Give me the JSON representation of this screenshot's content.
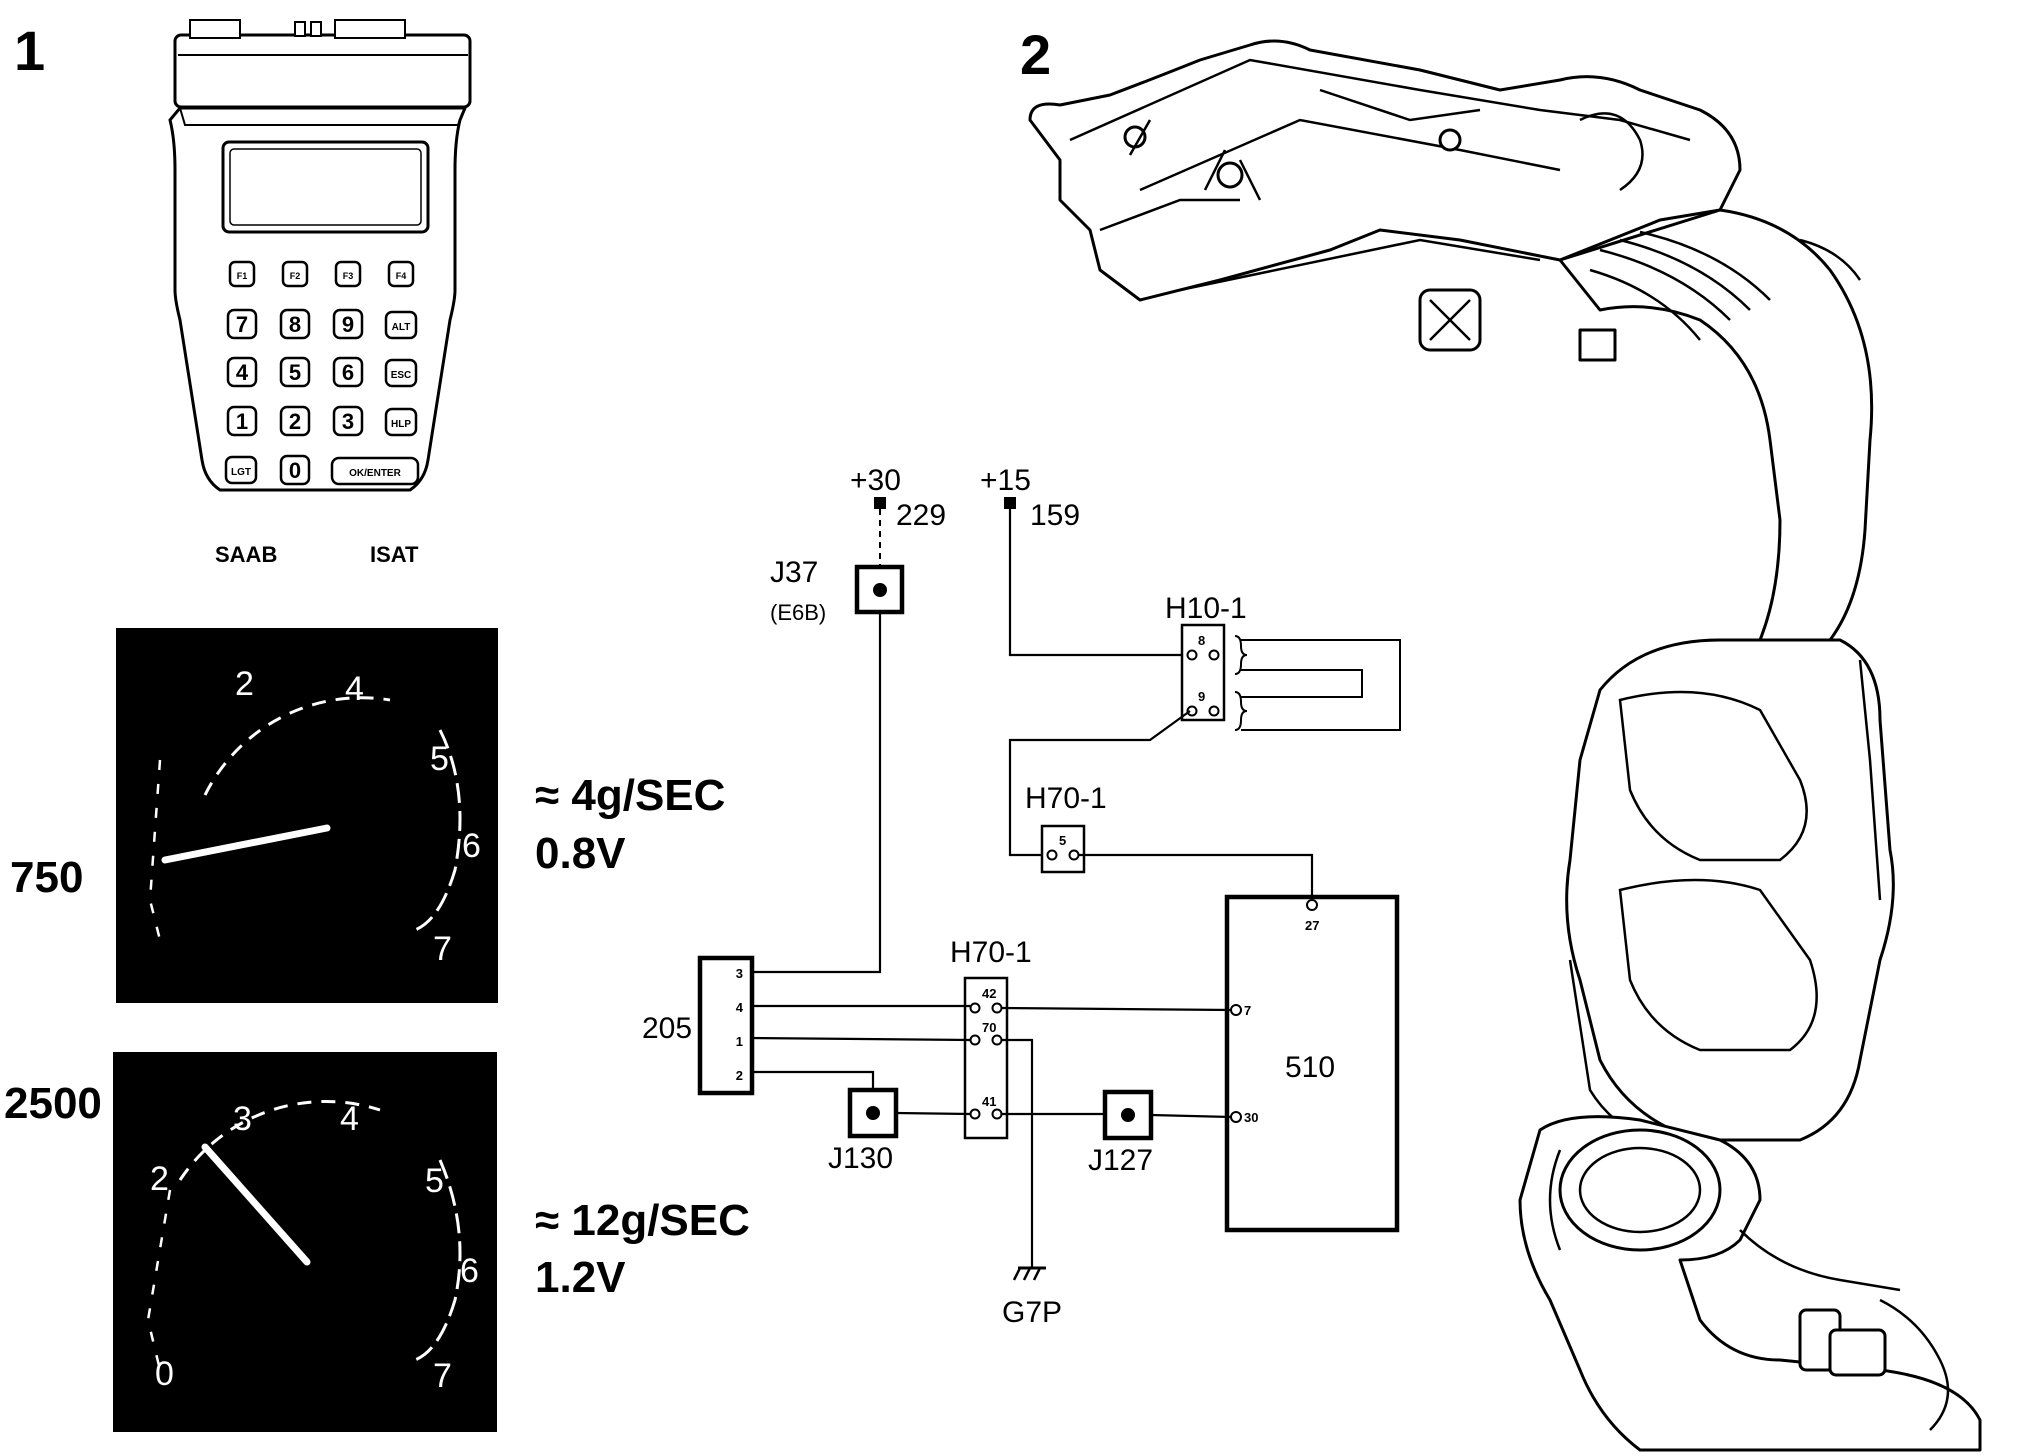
{
  "panel_labels": {
    "p1": "1",
    "p2": "2"
  },
  "tester": {
    "function_keys": [
      "F1",
      "F2",
      "F3",
      "F4"
    ],
    "keypad_rows": [
      [
        "7",
        "8",
        "9",
        "ALT"
      ],
      [
        "4",
        "5",
        "6",
        "ESC"
      ],
      [
        "1",
        "2",
        "3",
        "HLP"
      ]
    ],
    "bottom_row": [
      "LGT",
      "0",
      "OK/ENTER"
    ],
    "brand_left": "SAAB",
    "brand_right": "ISAT"
  },
  "gauges": [
    {
      "rpm_label": "750",
      "reading_flow": "≈ 4g/SEC",
      "reading_voltage": "0.8V",
      "dial_numbers": [
        "2",
        "4",
        "5",
        "6",
        "7"
      ],
      "needle_value": 0.75
    },
    {
      "rpm_label": "2500",
      "reading_flow": "≈ 12g/SEC",
      "reading_voltage": "1.2V",
      "dial_numbers": [
        "2",
        "3",
        "4",
        "5",
        "6",
        "7",
        "0"
      ],
      "needle_value": 2.5
    }
  ],
  "schematic": {
    "supply_30": "+30",
    "supply_30_wire": "229",
    "supply_15": "+15",
    "supply_15_wire": "159",
    "j37": "J37",
    "j37_sub": "(E6B)",
    "h10": "H10-1",
    "h10_pins": [
      "8",
      "9"
    ],
    "h70_top": "H70-1",
    "h70_top_pin": "5",
    "h70_mid": "H70-1",
    "h70_mid_pins": [
      "42",
      "70",
      "41"
    ],
    "sensor": "205",
    "sensor_pins": [
      "3",
      "4",
      "1",
      "2"
    ],
    "ecu": "510",
    "ecu_pins": [
      "27",
      "7",
      "30"
    ],
    "j130": "J130",
    "j127": "J127",
    "ground": "G7P"
  }
}
